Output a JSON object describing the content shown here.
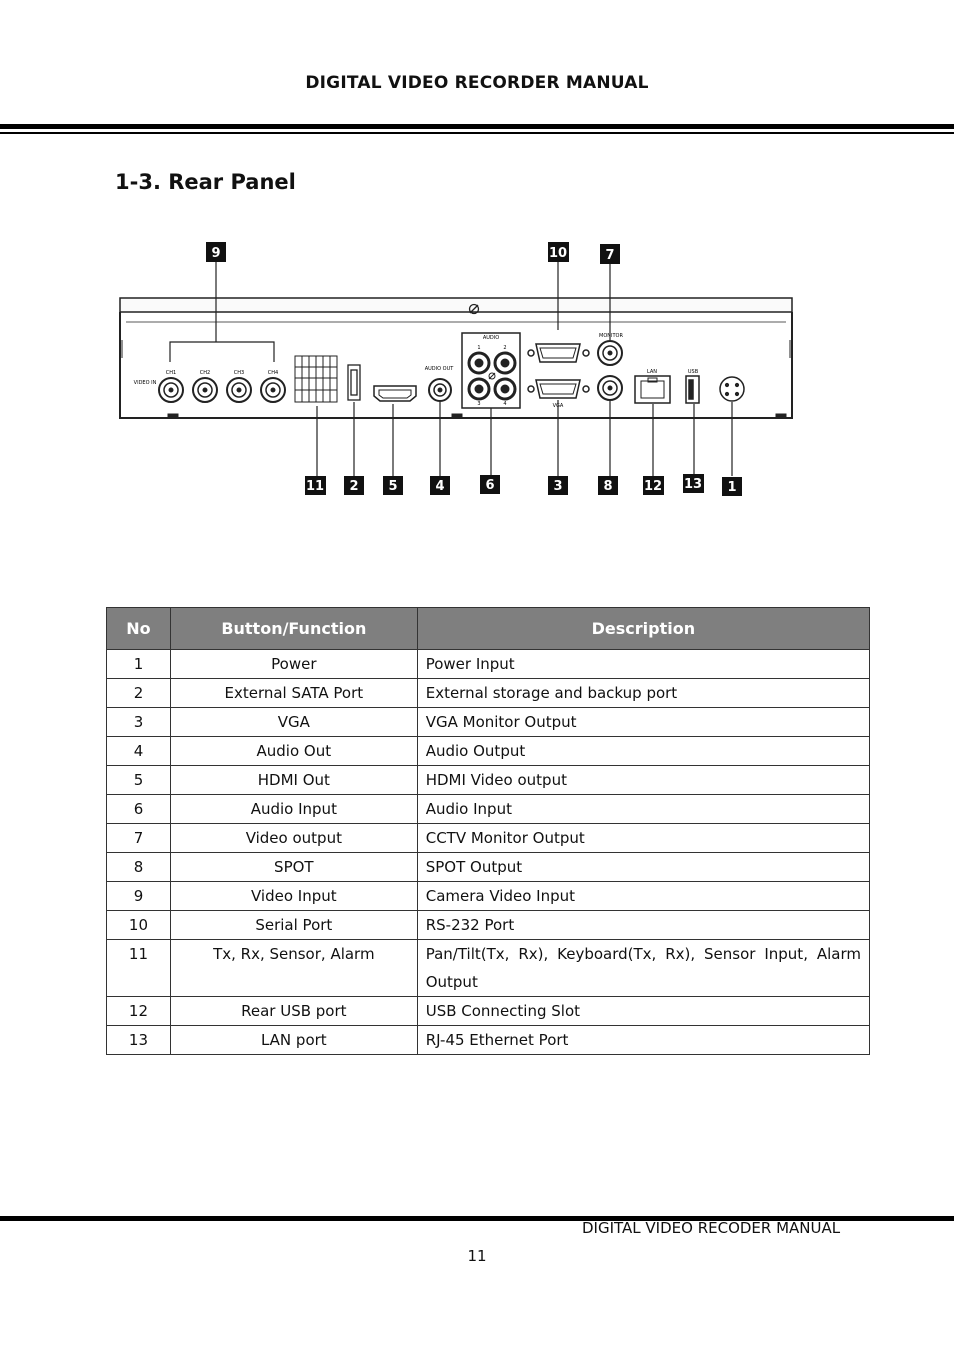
{
  "header": {
    "title": "DIGITAL VIDEO RECORDER MANUAL"
  },
  "section": {
    "title": "1-3. Rear Panel"
  },
  "diagram": {
    "callouts": [
      "9",
      "10",
      "7",
      "11",
      "2",
      "5",
      "4",
      "6",
      "3",
      "8",
      "12",
      "13",
      "1"
    ],
    "labels": {
      "video_in": "VIDEO IN",
      "ch1": "CH1",
      "ch2": "CH2",
      "ch3": "CH3",
      "ch4": "CH4",
      "audio_out": "AUDIO OUT",
      "audio": "AUDIO",
      "a1": "1",
      "a2": "2",
      "a3": "3",
      "a4": "4",
      "vga": "VGA",
      "monitor": "MONITOR",
      "lan": "LAN",
      "usb": "USB"
    }
  },
  "table": {
    "headers": {
      "no": "No",
      "function": "Button/Function",
      "description": "Description"
    },
    "rows": [
      {
        "no": "1",
        "function": "Power",
        "description": "Power Input"
      },
      {
        "no": "2",
        "function": "External SATA Port",
        "description": "External storage and backup port"
      },
      {
        "no": "3",
        "function": "VGA",
        "description": "VGA Monitor Output"
      },
      {
        "no": "4",
        "function": "Audio Out",
        "description": "Audio Output"
      },
      {
        "no": "5",
        "function": "HDMI Out",
        "description": "HDMI Video output"
      },
      {
        "no": "6",
        "function": "Audio Input",
        "description": "Audio Input"
      },
      {
        "no": "7",
        "function": "Video output",
        "description": "CCTV Monitor Output"
      },
      {
        "no": "8",
        "function": "SPOT",
        "description": "SPOT Output"
      },
      {
        "no": "9",
        "function": "Video Input",
        "description": "Camera Video Input"
      },
      {
        "no": "10",
        "function": "Serial Port",
        "description": "RS-232 Port"
      },
      {
        "no": "11",
        "function": "Tx, Rx, Sensor, Alarm",
        "description": "Pan/Tilt(Tx, Rx), Keyboard(Tx, Rx), Sensor Input, Alarm Output"
      },
      {
        "no": "12",
        "function": "Rear USB port",
        "description": "USB Connecting Slot"
      },
      {
        "no": "13",
        "function": "LAN port",
        "description": "RJ-45 Ethernet Port"
      }
    ]
  },
  "footer": {
    "text": "DIGITAL VIDEO RECODER MANUAL",
    "page": "11"
  }
}
